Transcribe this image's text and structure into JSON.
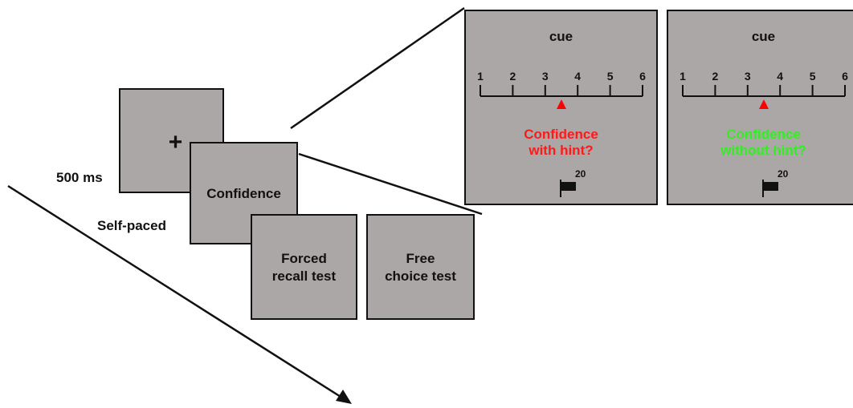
{
  "labels": {
    "fixation_duration": "500 ms",
    "confidence_duration": "Self-paced"
  },
  "screens": {
    "fixation_symbol": "+",
    "confidence": "Confidence",
    "forced_recall_line1": "Forced",
    "forced_recall_line2": "recall test",
    "free_choice_line1": "Free",
    "free_choice_line2": "choice test"
  },
  "panels": [
    {
      "cue": "cue",
      "scale": [
        "1",
        "2",
        "3",
        "4",
        "5",
        "6"
      ],
      "marker_value": 3.5,
      "question_line1": "Confidence",
      "question_line2": "with hint?",
      "question_color": "#ff1a1a",
      "flag_value": "20"
    },
    {
      "cue": "cue",
      "scale": [
        "1",
        "2",
        "3",
        "4",
        "5",
        "6"
      ],
      "marker_value": 3.5,
      "question_line1": "Confidence",
      "question_line2": "without hint?",
      "question_color": "#33ee22",
      "flag_value": "20"
    }
  ],
  "colors": {
    "screen_fill": "#aba7a6",
    "marker": "#ff0000",
    "outline": "#111111"
  }
}
